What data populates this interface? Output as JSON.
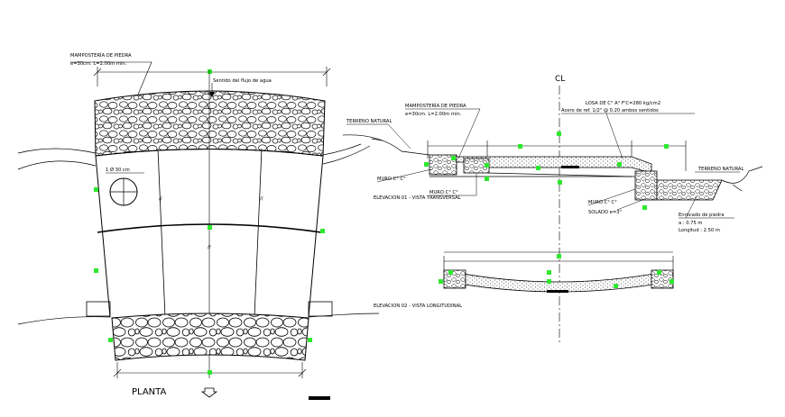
{
  "sheet": {
    "plan": {
      "masonry_top": "MAMPOSTERÍA DE PIEDRA",
      "masonry_top_dims": "e=30cm. L=2.00m min.",
      "flow_direction": "Sentido del flujo de agua",
      "pipe_note": "1 Ø 30 cm",
      "title": "PLANTA"
    },
    "section_transversal": {
      "centerline": "CL",
      "masonry": "MAMPOSTERÍA DE PIEDRA",
      "masonry_dims": "e=30cm. L=2.00m min.",
      "slab": "LOSA DE C° A° F'C=280 kg/cm2",
      "slab_rebar": "Acero de ref. 1/2\" @ 0.20 ambos sentidos",
      "ground_left": "TERRENO NATURAL",
      "ground_right": "TERRENO NATURAL",
      "wall_1": "MURO C° C°",
      "wall_2": "MURO C° C°",
      "wall_3": "MURO C° C°",
      "title": "ELEVACION 01 - VISTA TRANSVERSAL",
      "base": "SOLADO e=3\"",
      "stone_title": "Enrocado de piedra",
      "stone_a": "a : 0.75 m",
      "stone_len": "Longitud : 2.50 m"
    },
    "section_longitudinal": {
      "title": "ELEVACION 02 - VISTA LONGITUDINAL"
    }
  },
  "colors": {
    "line": "#000000",
    "marker": "#2ee82e",
    "background": "#ffffff"
  },
  "icons": {
    "north_arrow": "down-arrow-icon",
    "scale_bar": "scale-bar-icon"
  }
}
